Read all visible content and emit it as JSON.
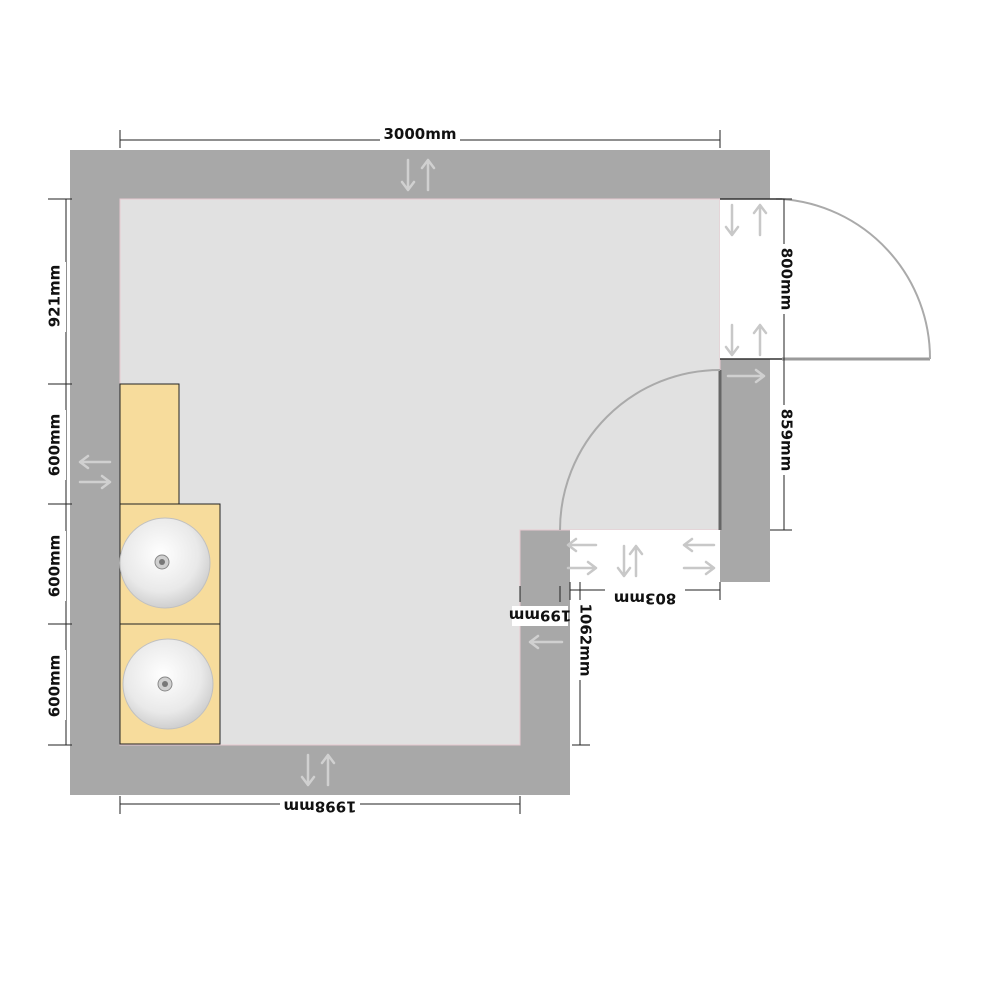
{
  "colors": {
    "wall": "#a8a8a8",
    "floor": "#e1e1e1",
    "cabinet": "#f7dc9c",
    "door_swing": "#aaaaaa",
    "dimension": "#222222",
    "move_arrow": "#d0d0d0"
  },
  "dimensions": {
    "top": "3000mm",
    "left_upper": "921mm",
    "left_cabinet": "600mm",
    "left_sink_1": "600mm",
    "left_sink_2": "600mm",
    "right_door": "800mm",
    "right_lower": "859mm",
    "recess_width": "803mm",
    "recess_wall": "199mm",
    "inner_right": "1062mm",
    "bottom": "1998mm"
  },
  "fixtures": {
    "cabinet": "base-cabinet",
    "sinks": [
      "round-basin",
      "round-basin"
    ],
    "doors": [
      "entrance-door",
      "inner-door"
    ]
  }
}
